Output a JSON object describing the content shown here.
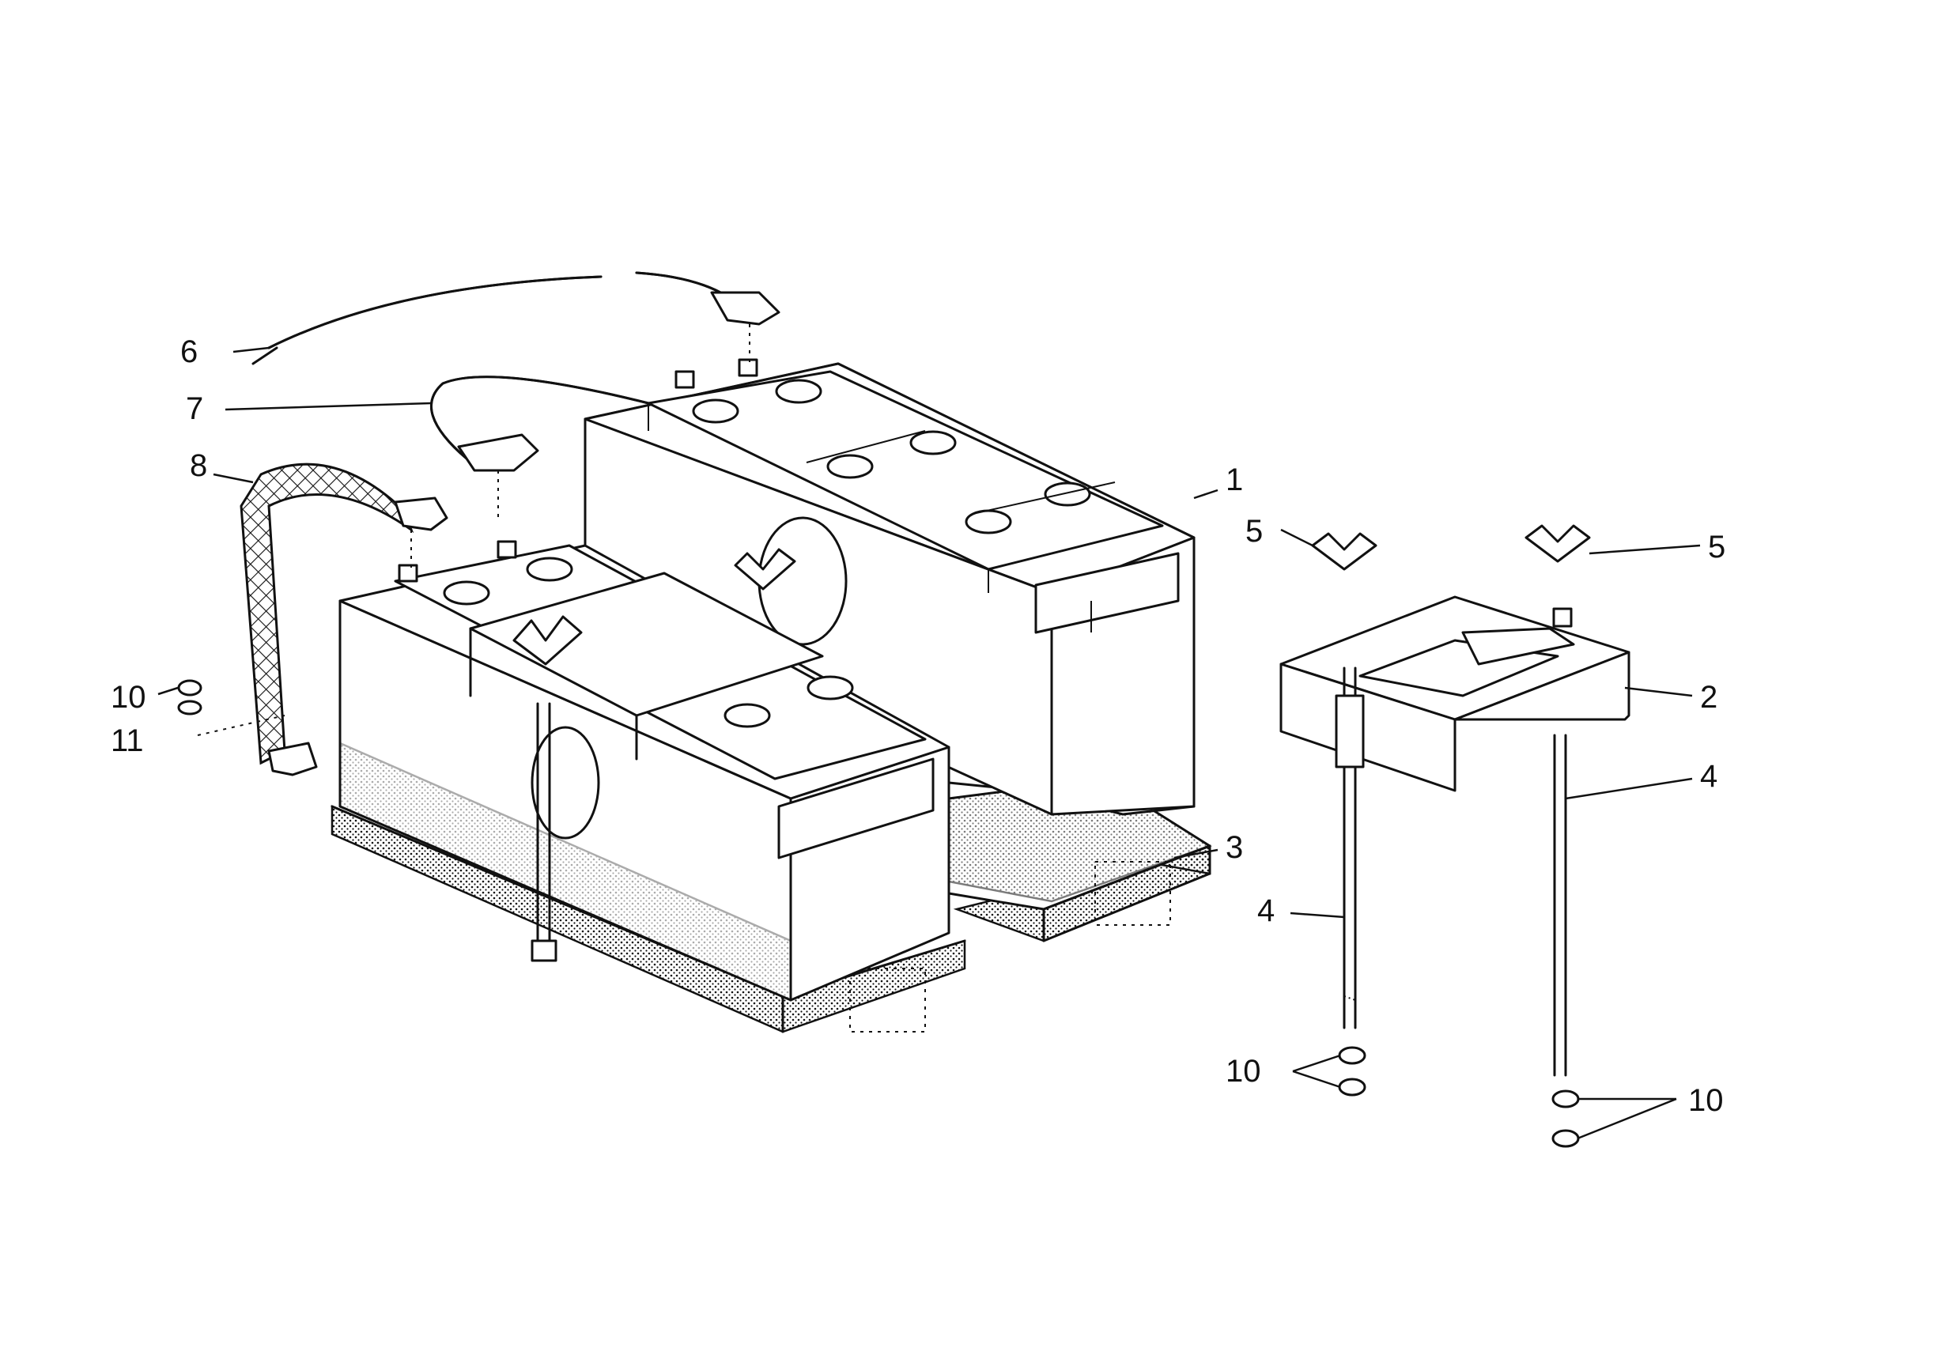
{
  "callouts": [
    {
      "id": "callout-1",
      "text": "1"
    },
    {
      "id": "callout-2",
      "text": "2"
    },
    {
      "id": "callout-3",
      "text": "3"
    },
    {
      "id": "callout-4a",
      "text": "4"
    },
    {
      "id": "callout-4b",
      "text": "4"
    },
    {
      "id": "callout-5a",
      "text": "5"
    },
    {
      "id": "callout-5b",
      "text": "5"
    },
    {
      "id": "callout-6",
      "text": "6"
    },
    {
      "id": "callout-7",
      "text": "7"
    },
    {
      "id": "callout-8",
      "text": "8"
    },
    {
      "id": "callout-10a",
      "text": "10"
    },
    {
      "id": "callout-10b",
      "text": "10"
    },
    {
      "id": "callout-10c",
      "text": "10"
    },
    {
      "id": "callout-11",
      "text": "11"
    }
  ]
}
